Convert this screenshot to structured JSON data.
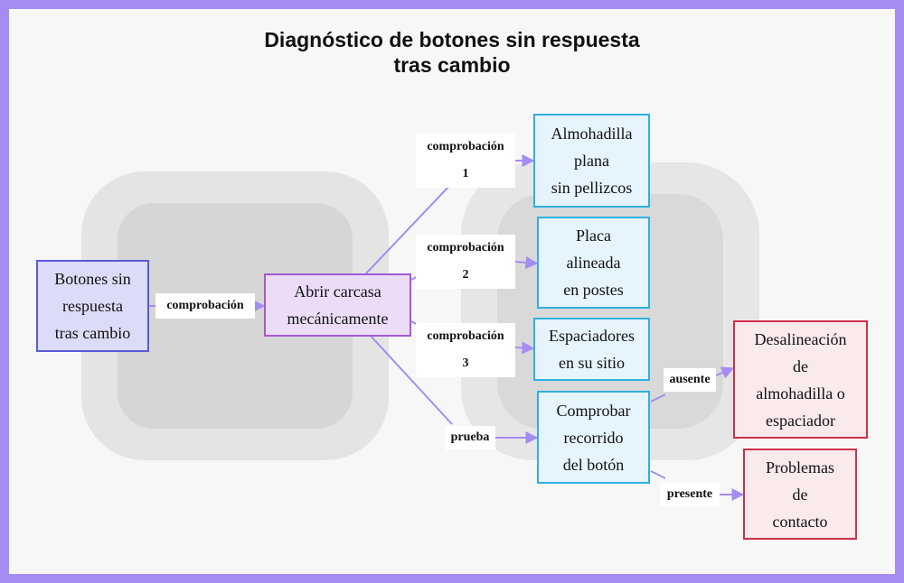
{
  "title": [
    "Diagnóstico de botones sin respuesta",
    "tras cambio"
  ],
  "colors": {
    "frame": "#a58cf0",
    "start_fill": "#dcdcf8",
    "start_border": "#5a5ad8",
    "process_fill": "#ecdcf8",
    "process_border": "#a35ad8",
    "check_fill": "#e6f4fd",
    "check_border": "#2fb0e0",
    "result_fill": "#fbeaec",
    "result_border": "#d0304a",
    "edge": "#a58cf0"
  },
  "nodes": {
    "start": [
      "Botones sin",
      "respuesta",
      "tras cambio"
    ],
    "open": [
      "Abrir carcasa",
      "mecánicamente"
    ],
    "pad": [
      "Almohadilla",
      "plana",
      "sin pellizcos"
    ],
    "plate": [
      "Placa",
      "alineada",
      "en postes"
    ],
    "spacers": [
      "Espaciadores",
      "en su sitio"
    ],
    "travel": [
      "Comprobar",
      "recorrido",
      "del botón"
    ],
    "misalign": [
      "Desalineación",
      "de",
      "almohadilla o",
      "espaciador"
    ],
    "contact": [
      "Problemas",
      "de",
      "contacto"
    ]
  },
  "edge_labels": {
    "e_start_open": [
      "comprobación"
    ],
    "e_open_pad": [
      "comprobación",
      "1"
    ],
    "e_open_plate": [
      "comprobación",
      "2"
    ],
    "e_open_spacers": [
      "comprobación",
      "3"
    ],
    "e_open_travel": [
      "prueba"
    ],
    "e_travel_misalign": [
      "ausente"
    ],
    "e_travel_contact": [
      "presente"
    ]
  }
}
